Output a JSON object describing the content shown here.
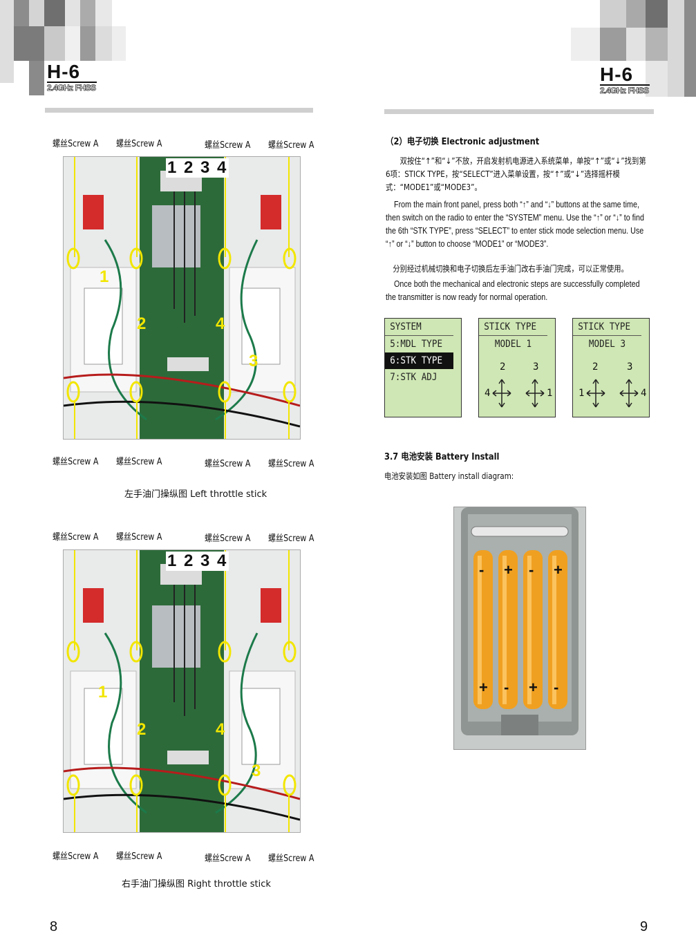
{
  "left_page": {
    "brand": {
      "model": "H-6",
      "sub": "2.4GHz FHSS"
    },
    "page_number": "8",
    "figure_left": {
      "top_screws": [
        "螺丝Screw A",
        "螺丝Screw A",
        "螺丝Screw A",
        "螺丝Screw A"
      ],
      "bottom_screws": [
        "螺丝Screw A",
        "螺丝Screw A",
        "螺丝Screw A",
        "螺丝Screw A"
      ],
      "channel_numbers": "1 2 3 4",
      "markers": [
        "1",
        "2",
        "3",
        "4"
      ],
      "caption": "左手油门操纵图 Left throttle stick"
    },
    "figure_right": {
      "top_screws": [
        "螺丝Screw A",
        "螺丝Screw A",
        "螺丝Screw A",
        "螺丝Screw A"
      ],
      "bottom_screws": [
        "螺丝Screw A",
        "螺丝Screw A",
        "螺丝Screw A",
        "螺丝Screw A"
      ],
      "channel_numbers": "1 2 3 4",
      "markers": [
        "1",
        "2",
        "3",
        "4"
      ],
      "caption": "右手油门操纵图 Right throttle stick"
    }
  },
  "right_page": {
    "brand": {
      "model": "H-6",
      "sub": "2.4GHz FHSS"
    },
    "page_number": "9",
    "section_2": {
      "heading": "（2）电子切换 Electronic adjustment",
      "cn_paragraph": "双按住“↑”和“↓”不放，开启发射机电源进入系统菜单，单按“↑”或“↓”找到第6项：STICK TYPE，按“SELECT”进入菜单设置，按“↑”或“↓”选择摇杆模式：“MODE1”或“MODE3”。",
      "en_paragraph": "From the main front panel, press both “↑” and “↓” buttons at the same time, then switch on the radio to enter the “SYSTEM” menu. Use the “↑” or “↓” to find the 6th “STK TYPE”, press “SELECT” to enter stick mode selection menu. Use “↑” or “↓” button to choose “MODE1” or “MODE3”.",
      "cn_paragraph_2": "分别经过机械切换和电子切换后左手油门改右手油门完成，可以正常使用。",
      "en_paragraph_2": "Once both the mechanical and electronic steps are successfully completed the transmitter is now ready for normal operation."
    },
    "lcd_screens": [
      {
        "title": "SYSTEM",
        "rows": [
          "5:MDL TYPE",
          "6:STK TYPE",
          "7:STK ADJ"
        ],
        "selected": 1
      },
      {
        "title": "STICK TYPE",
        "mode": "MODEL 1",
        "labels": [
          "2",
          "3",
          "4",
          "1"
        ]
      },
      {
        "title": "STICK TYPE",
        "mode": "MODEL 3",
        "labels": [
          "2",
          "3",
          "1",
          "4"
        ]
      }
    ],
    "section_3_7": {
      "heading": "3.7 电池安装 Battery Install",
      "text": "电池安装如图 Battery install diagram:",
      "battery_top_signs": [
        "-",
        "+",
        "-",
        "+"
      ],
      "battery_bottom_signs": [
        "+",
        "-",
        "+",
        "-"
      ]
    }
  },
  "colors": {
    "pcb_green": "#2f6a3c",
    "screw_marker": "#f2e600",
    "battery_orange": "#f0a020",
    "lcd_green": "#cfe7b4"
  }
}
